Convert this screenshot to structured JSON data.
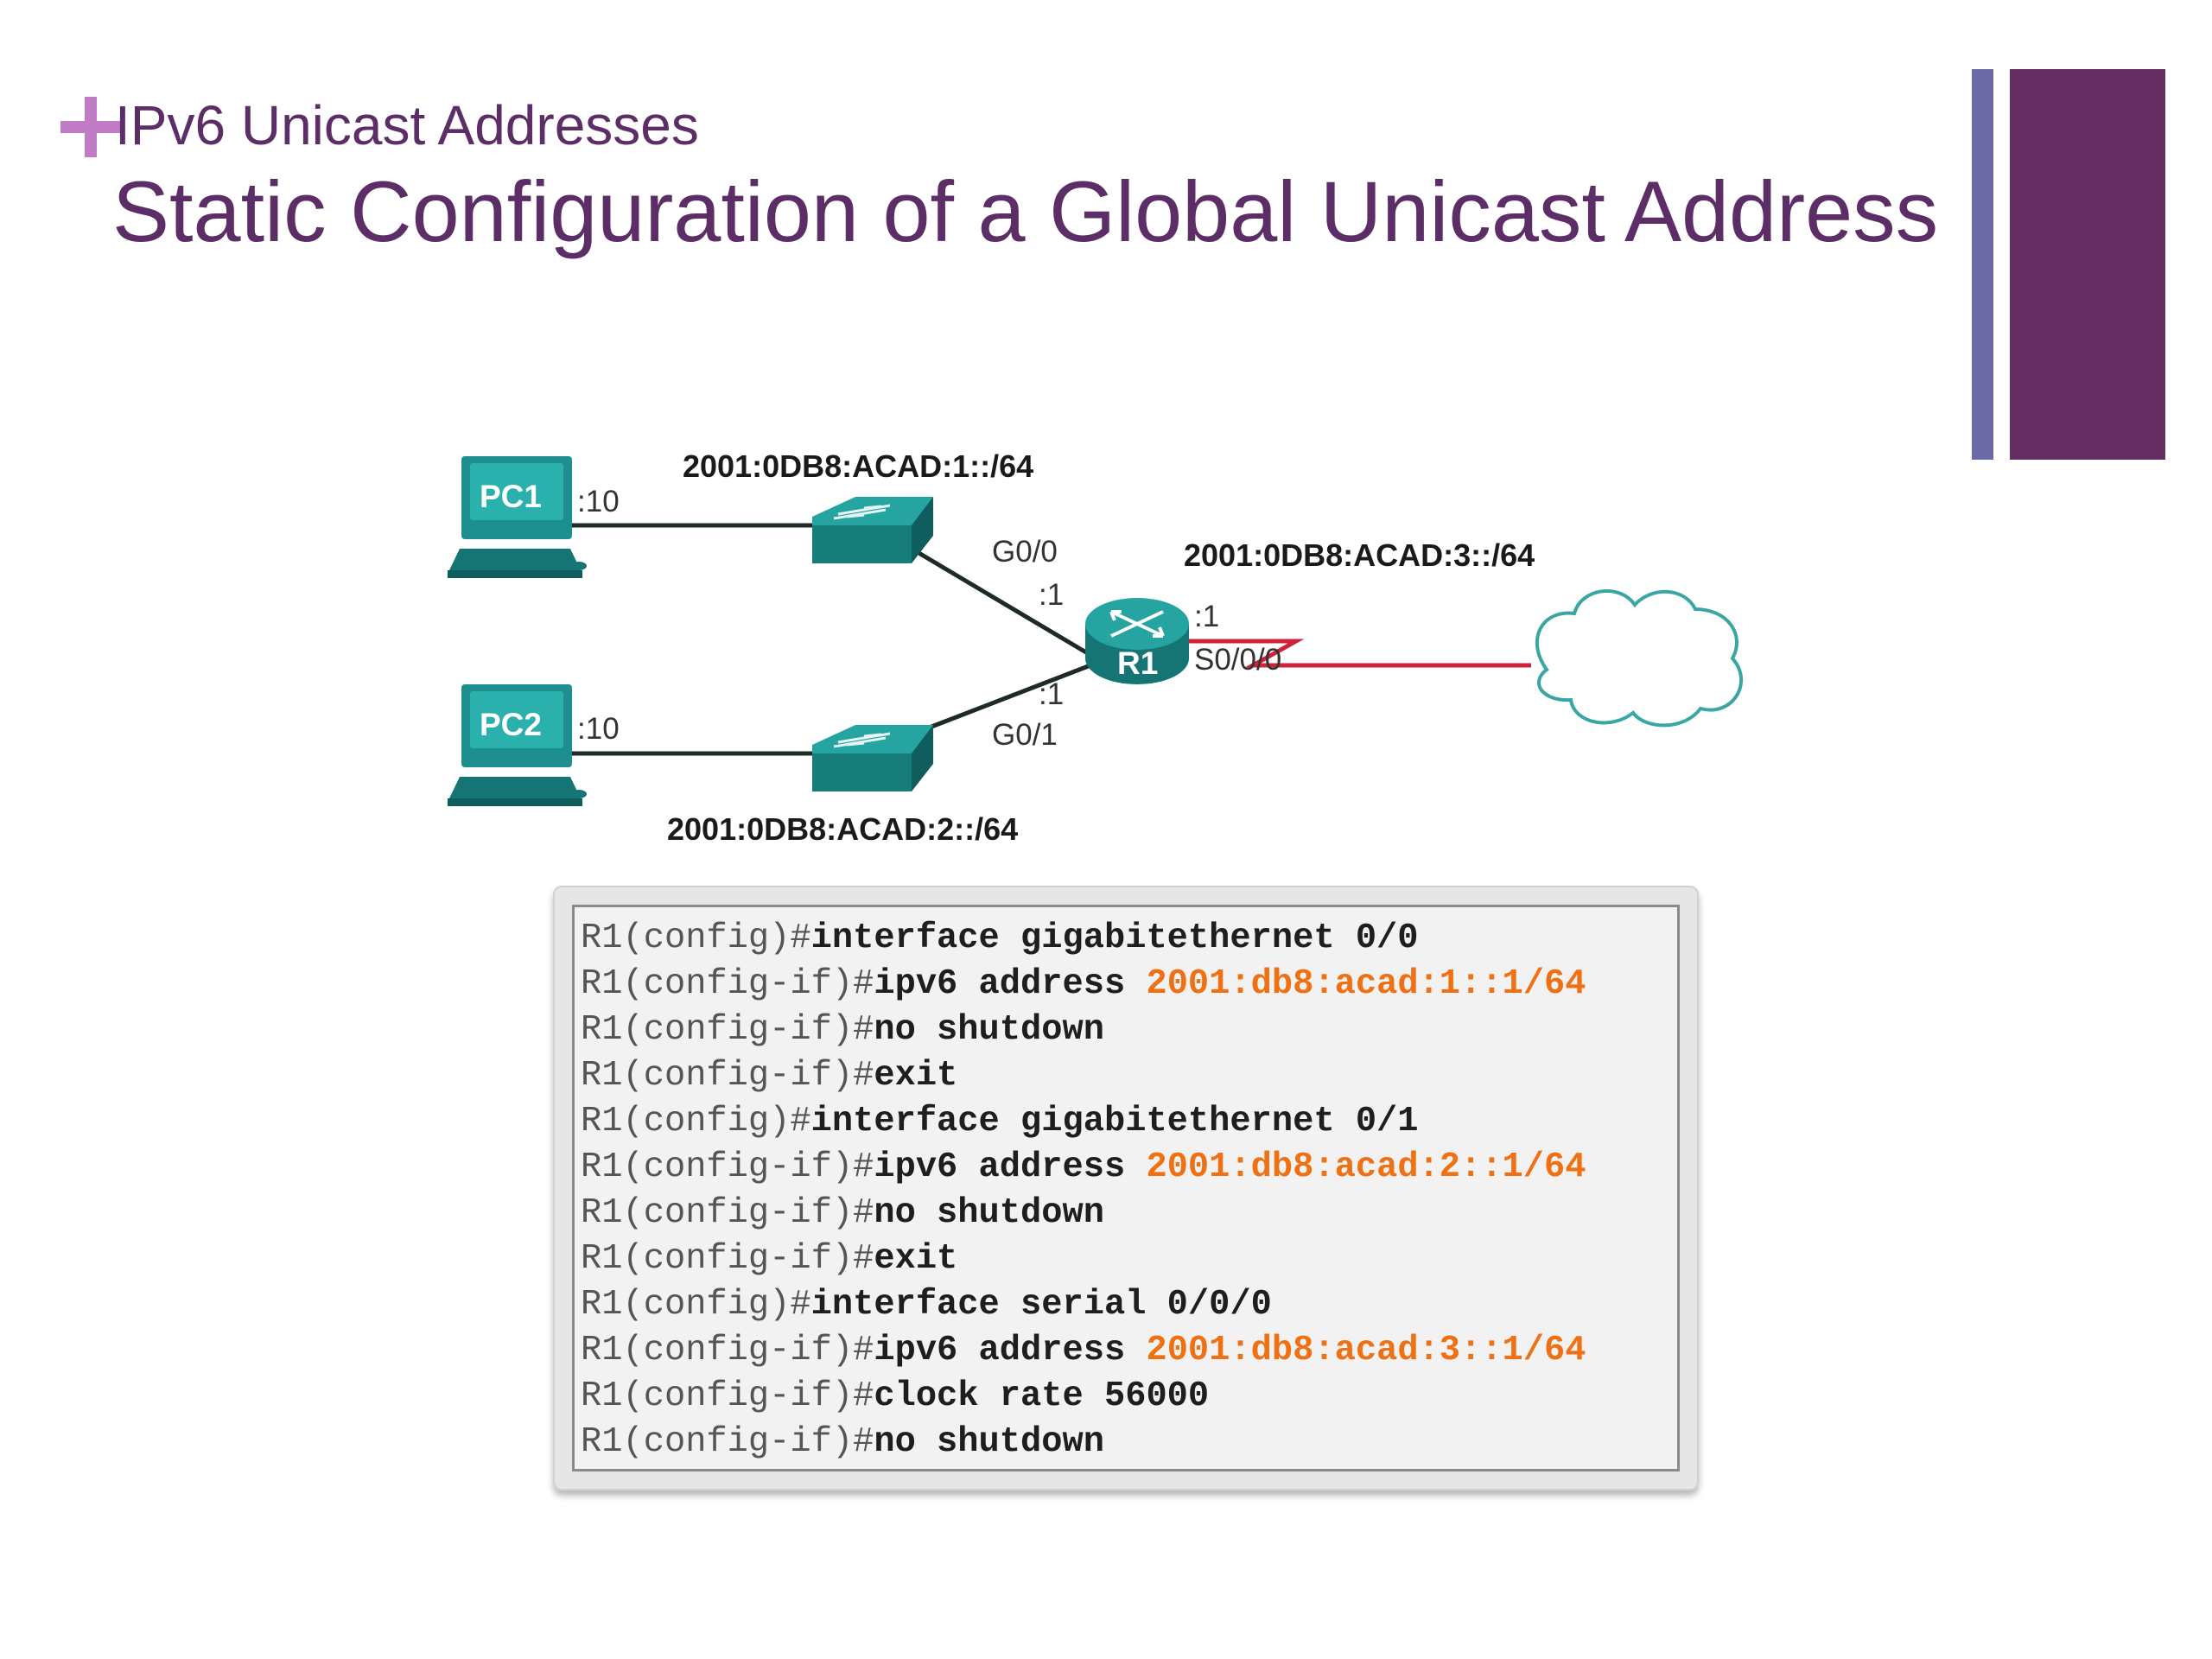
{
  "slide": {
    "subtitle": "IPv6 Unicast Addresses",
    "title": "Static Configuration of a Global Unicast Address"
  },
  "topology": {
    "pc1_label": "PC1",
    "pc2_label": "PC2",
    "router_label": "R1",
    "pc1_host_id": ":10",
    "pc2_host_id": ":10",
    "lan1_prefix": "2001:0DB8:ACAD:1::/64",
    "lan2_prefix": "2001:0DB8:ACAD:2::/64",
    "wan_prefix": "2001:0DB8:ACAD:3::/64",
    "g00_label": "G0/0",
    "g00_host": ":1",
    "g01_label": "G0/1",
    "g01_host": ":1",
    "s000_host": ":1",
    "s000_label": "S0/0/0",
    "colors": {
      "device_teal": "#1c8f8e",
      "serial_link": "#d0213a",
      "cloud_outline": "#3aa6a4",
      "ethernet_link": "#1e2a28"
    },
    "icons": [
      "pc-icon",
      "switch-icon",
      "router-icon",
      "cloud-icon",
      "serial-link-icon"
    ]
  },
  "cli": {
    "lines": [
      {
        "prompt": "R1(config)#",
        "command": "interface gigabitethernet 0/0",
        "argument": ""
      },
      {
        "prompt": "R1(config-if)#",
        "command": "ipv6 address ",
        "argument": "2001:db8:acad:1::1/64"
      },
      {
        "prompt": "R1(config-if)#",
        "command": "no shutdown",
        "argument": ""
      },
      {
        "prompt": "R1(config-if)#",
        "command": "exit",
        "argument": ""
      },
      {
        "prompt": "R1(config)#",
        "command": "interface gigabitethernet 0/1",
        "argument": ""
      },
      {
        "prompt": "R1(config-if)#",
        "command": "ipv6 address ",
        "argument": "2001:db8:acad:2::1/64"
      },
      {
        "prompt": "R1(config-if)#",
        "command": "no shutdown",
        "argument": ""
      },
      {
        "prompt": "R1(config-if)#",
        "command": "exit",
        "argument": ""
      },
      {
        "prompt": "R1(config)#",
        "command": "interface serial 0/0/0",
        "argument": ""
      },
      {
        "prompt": "R1(config-if)#",
        "command": "ipv6 address ",
        "argument": "2001:db8:acad:3::1/64"
      },
      {
        "prompt": "R1(config-if)#",
        "command": "clock rate 56000",
        "argument": ""
      },
      {
        "prompt": "R1(config-if)#",
        "command": "no shutdown",
        "argument": ""
      }
    ],
    "colors": {
      "prompt": "#555555",
      "command": "#1e1e1e",
      "argument": "#f07014"
    }
  },
  "theme": {
    "title_color": "#5c2d66",
    "plus_color": "#c07cc4",
    "accent_bar_thin": "#6c6aa6",
    "accent_bar_wide": "#652e63"
  }
}
